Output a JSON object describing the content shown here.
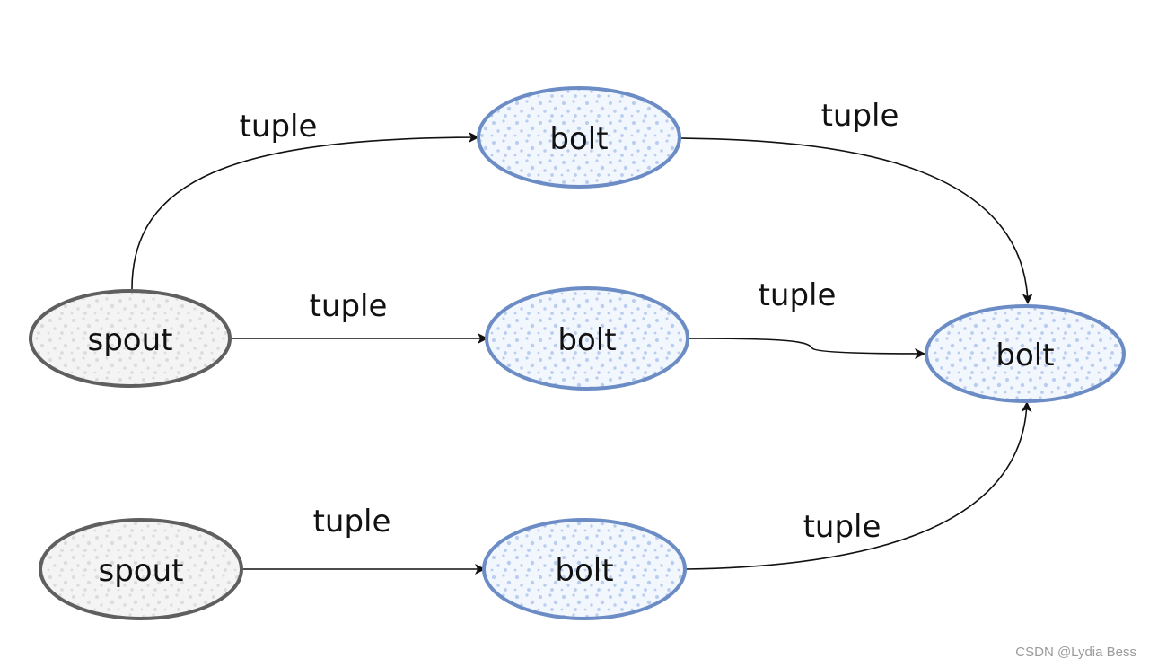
{
  "colors": {
    "spout_stroke": "#5f5f5f",
    "spout_fill": "#f4f4f4",
    "spout_dots": "#d6d6d6",
    "bolt_stroke": "#6b8cc4",
    "bolt_fill": "#f2f6fd",
    "bolt_dots": "#b9cdee",
    "edge": "#111111"
  },
  "nodes": {
    "spout_1": {
      "label": "spout",
      "type": "spout"
    },
    "spout_2": {
      "label": "spout",
      "type": "spout"
    },
    "bolt_top": {
      "label": "bolt",
      "type": "bolt"
    },
    "bolt_middle": {
      "label": "bolt",
      "type": "bolt"
    },
    "bolt_bottom": {
      "label": "bolt",
      "type": "bolt"
    },
    "bolt_right": {
      "label": "bolt",
      "type": "bolt"
    }
  },
  "edges": {
    "spout1_to_bolt_top": {
      "from": "spout_1",
      "to": "bolt_top",
      "label": "tuple"
    },
    "spout1_to_bolt_middle": {
      "from": "spout_1",
      "to": "bolt_middle",
      "label": "tuple"
    },
    "spout2_to_bolt_bottom": {
      "from": "spout_2",
      "to": "bolt_bottom",
      "label": "tuple"
    },
    "bolt_top_to_bolt_right": {
      "from": "bolt_top",
      "to": "bolt_right",
      "label": "tuple"
    },
    "bolt_middle_to_bolt_right": {
      "from": "bolt_middle",
      "to": "bolt_right",
      "label": "tuple"
    },
    "bolt_bottom_to_bolt_right": {
      "from": "bolt_bottom",
      "to": "bolt_right",
      "label": "tuple"
    }
  },
  "watermark": "CSDN @Lydia Bess"
}
